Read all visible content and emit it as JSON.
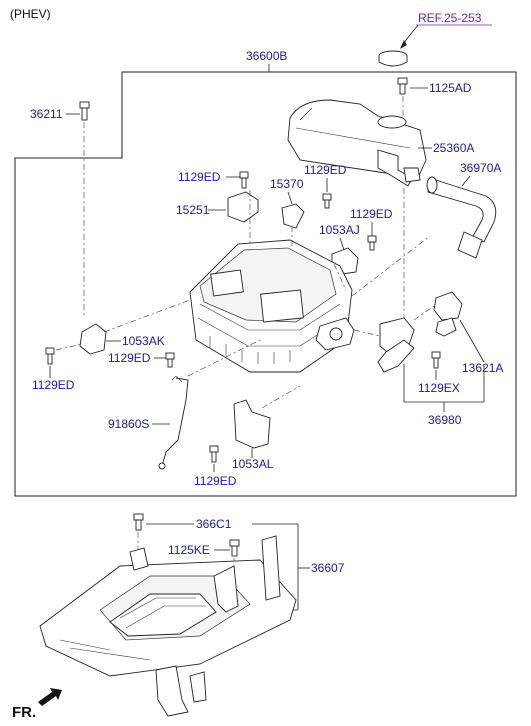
{
  "variant": "(PHEV)",
  "front_marker": "FR.",
  "reference": "REF.25-253",
  "colors": {
    "part_number": "#1a1aa8",
    "reference": "#7a1fa2",
    "lines": "#222222"
  },
  "labels": {
    "assy": "36600B",
    "bolt_36211": "36211",
    "bolt_1125AD": "1125AD",
    "reservoir": "25360A",
    "hose_36970A": "36970A",
    "bolt_1129ED_top": "1129ED",
    "bolt_1129ED_mid": "1129ED",
    "bracket_15370": "15370",
    "bracket_15251": "15251",
    "bolt_1129ED_right": "1129ED",
    "bracket_1053AJ": "1053AJ",
    "bracket_1053AK": "1053AK",
    "bolt_1129ED_left": "1129ED",
    "bolt_1129ED_left2": "1129ED",
    "connector_13621A": "13621A",
    "bolt_1129EX": "1129EX",
    "pipe_36980": "36980",
    "cable_91860S": "91860S",
    "bracket_1053AL": "1053AL",
    "bolt_1129ED_bottom": "1129ED",
    "bolt_366C1": "366C1",
    "bolt_1125KE": "1125KE",
    "tray_36607": "36607"
  },
  "icons": [
    "bolt-icon",
    "reservoir-cap-icon",
    "fr-arrow-icon"
  ]
}
